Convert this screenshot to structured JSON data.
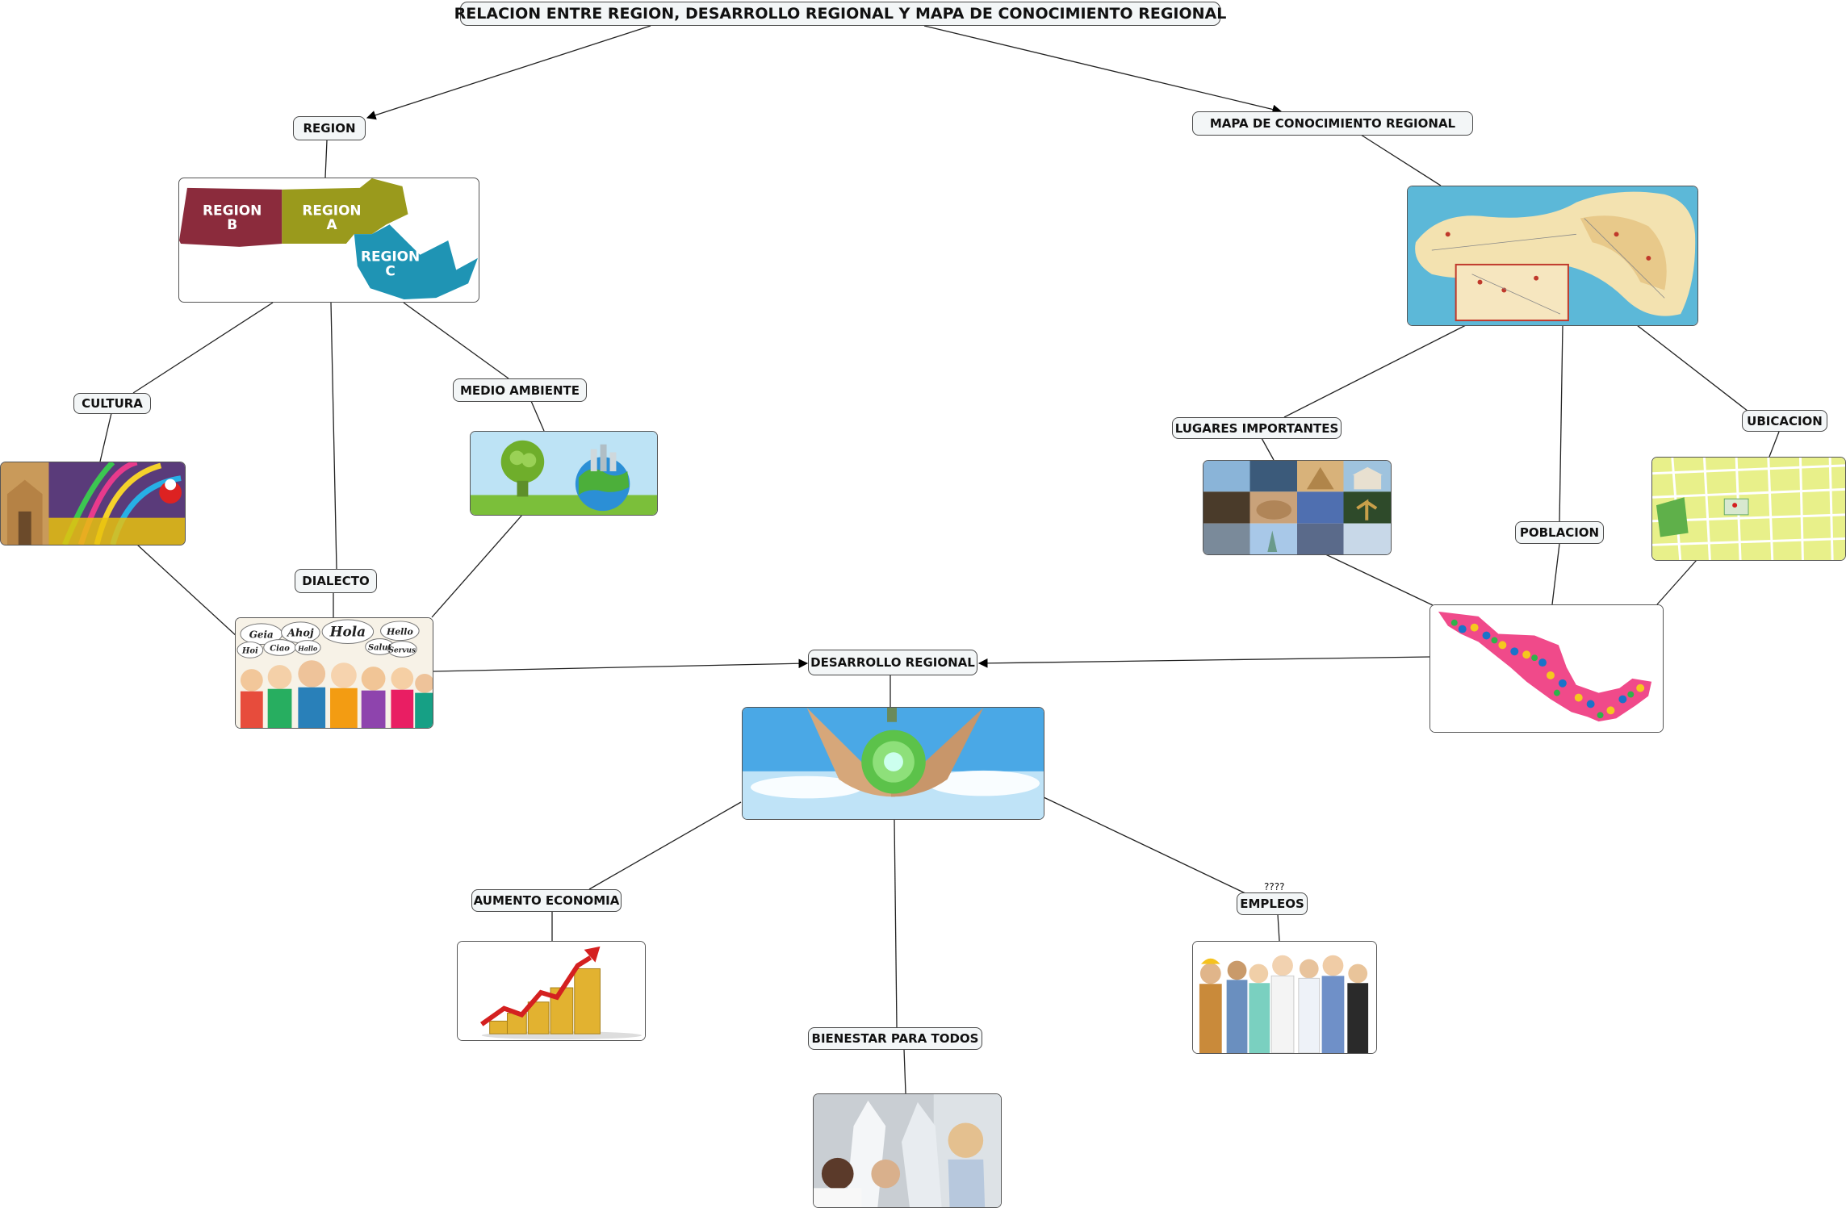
{
  "title": "RELACION ENTRE REGION, DESARROLLO REGIONAL Y MAPA DE CONOCIMIENTO REGIONAL",
  "nodes": {
    "region": "REGION",
    "mapa": "MAPA DE CONOCIMIENTO REGIONAL",
    "cultura": "CULTURA",
    "medio_ambiente": "MEDIO AMBIENTE",
    "dialecto": "DIALECTO",
    "lugares": "LUGARES IMPORTANTES",
    "ubicacion": "UBICACION",
    "poblacion": "POBLACION",
    "desarrollo": "DESARROLLO REGIONAL",
    "economia": "AUMENTO ECONOMIA",
    "bienestar": "BIENESTAR PARA TODOS",
    "empleos": "EMPLEOS"
  },
  "empleos_note": "????",
  "region_map": {
    "a": "REGION A",
    "b": "REGION B",
    "c": "REGION C",
    "a1": "REGION",
    "a2": "A",
    "b1": "REGION",
    "b2": "B",
    "c1": "REGION",
    "c2": "C"
  },
  "greetings": [
    "Geia",
    "Ahoj",
    "Hola",
    "Hello",
    "Hoi",
    "Ciao",
    "Salut",
    "Servus",
    "Hallo"
  ],
  "colors": {
    "region_a": "#9a9a1c",
    "region_b": "#8b2b3c",
    "region_c": "#1f94b4",
    "sea": "#5cb8d8",
    "accent_red": "#d42020",
    "gold": "#e2b230"
  }
}
